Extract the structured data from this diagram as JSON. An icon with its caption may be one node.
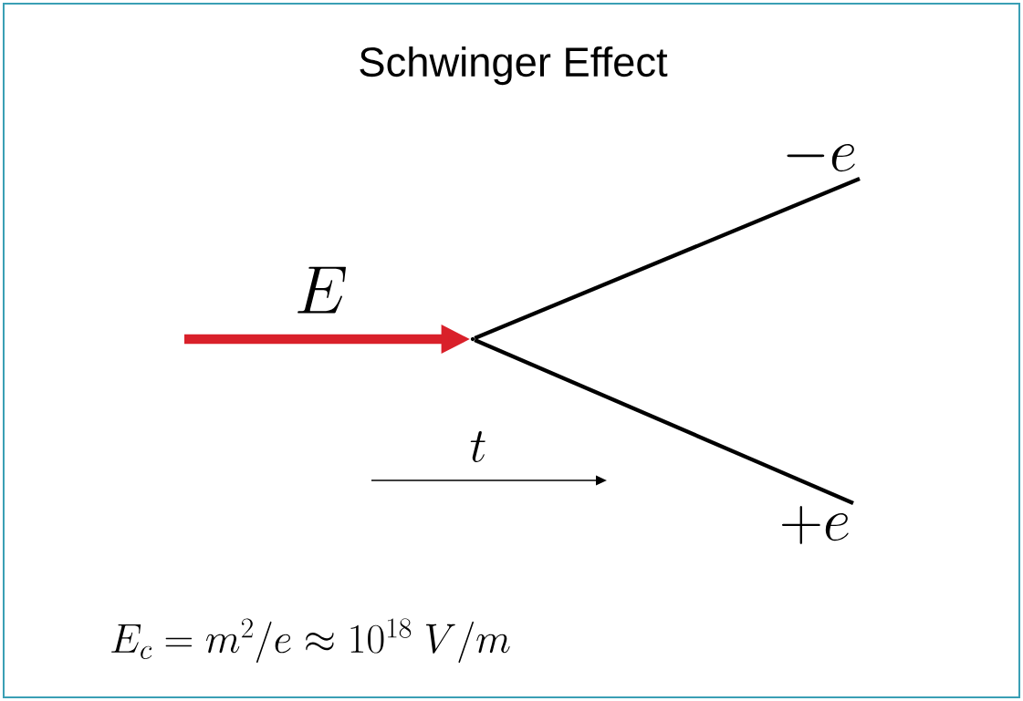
{
  "diagram": {
    "title": "Schwinger Effect",
    "nodes": [
      {
        "text": [],
        "shape": "point"
      },
      {
        "text": [
          "-e"
        ]
      },
      {
        "text": [
          "+e"
        ]
      }
    ],
    "edges": [
      {
        "from": null,
        "to": 0,
        "arrow": "to",
        "label": "E",
        "style": "thick",
        "color": "#d9202a"
      },
      {
        "from": 0,
        "to": 1,
        "arrow": "none"
      },
      {
        "from": 0,
        "to": 2,
        "arrow": "none"
      }
    ],
    "labels": [
      "t",
      "E_c = m^2/e \\approx 10^{18}\\ V/m"
    ]
  }
}
